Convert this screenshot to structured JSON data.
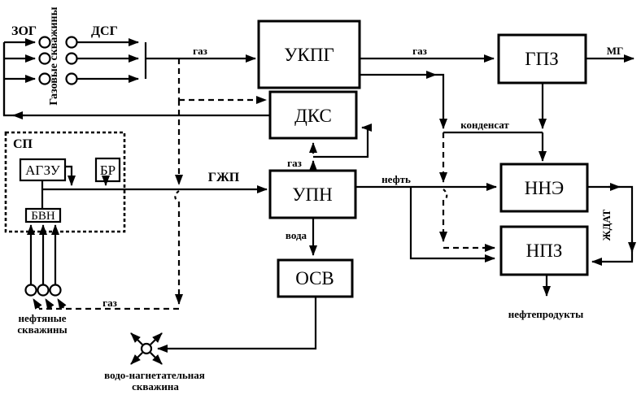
{
  "diagram": {
    "background": "#ffffff",
    "line_color": "#000000",
    "boxes": {
      "ukpg": "УКПГ",
      "dks": "ДКС",
      "gpz": "ГПЗ",
      "upn": "УПН",
      "nne": "ННЭ",
      "npz": "НПЗ",
      "osv": "ОСВ",
      "agzu": "АГЗУ",
      "br": "БР",
      "bvn": "БВН"
    },
    "flow_labels": {
      "gas_in": "газ",
      "gas_to_gpz": "газ",
      "mg": "МГ",
      "condensate": "конденсат",
      "oil": "нефть",
      "gzhp": "ГЖП",
      "gas_from_upn": "газ",
      "water": "вода",
      "gas_lift": "газ",
      "zhdat": "ЖДАТ",
      "oil_products": "нефтепродукты"
    },
    "site_labels": {
      "zog": "ЗОГ",
      "dsg": "ДСГ",
      "gas_wells_vertical": "Газовые скважины",
      "sp": "СП",
      "oil_wells_line1": "нефтяные",
      "oil_wells_line2": "скважины",
      "injection_well_line1": "водо-нагнетательная",
      "injection_well_line2": "скважина"
    },
    "edges": [
      {
        "from": "газовые скважины (ДСГ)",
        "to": "УКПГ",
        "label": "газ",
        "style": "solid"
      },
      {
        "from": "УКПГ",
        "to": "ГПЗ",
        "label": "газ",
        "style": "solid"
      },
      {
        "from": "ГПЗ",
        "to": "МГ",
        "label": "МГ",
        "style": "solid"
      },
      {
        "from": "УКПГ",
        "to": "ННЭ",
        "label": "конденсат",
        "style": "solid"
      },
      {
        "from": "ГПЗ",
        "to": "ННЭ",
        "label": "конденсат",
        "style": "solid"
      },
      {
        "from": "газ line",
        "to": "ДКС",
        "label": "газ",
        "style": "dashed"
      },
      {
        "from": "газ line",
        "to": "нефтяные скважины",
        "label": "газ",
        "style": "dashed"
      },
      {
        "from": "ДКС",
        "to": "скважины ЗОГ",
        "label": "",
        "style": "solid"
      },
      {
        "from": "УПН",
        "to": "ДКС",
        "label": "газ",
        "style": "solid+dashed"
      },
      {
        "from": "СП (АГЗУ, БР)",
        "to": "УПН",
        "label": "ГЖП",
        "style": "solid"
      },
      {
        "from": "нефтяные скважины",
        "to": "БВН",
        "label": "",
        "style": "solid"
      },
      {
        "from": "УПН",
        "to": "ННЭ",
        "label": "нефть",
        "style": "solid"
      },
      {
        "from": "УПН",
        "to": "НПЗ",
        "label": "нефть",
        "style": "solid"
      },
      {
        "from": "конденсат",
        "to": "НПЗ",
        "label": "",
        "style": "dashed"
      },
      {
        "from": "УПН",
        "to": "ОСВ",
        "label": "вода",
        "style": "solid"
      },
      {
        "from": "ОСВ",
        "to": "водо-нагнетательная скважина",
        "label": "",
        "style": "solid"
      },
      {
        "from": "ННЭ",
        "to": "НПЗ",
        "label": "ЖДАТ",
        "style": "solid"
      },
      {
        "from": "НПЗ",
        "to": "нефтепродукты",
        "label": "нефтепродукты",
        "style": "solid"
      }
    ]
  }
}
